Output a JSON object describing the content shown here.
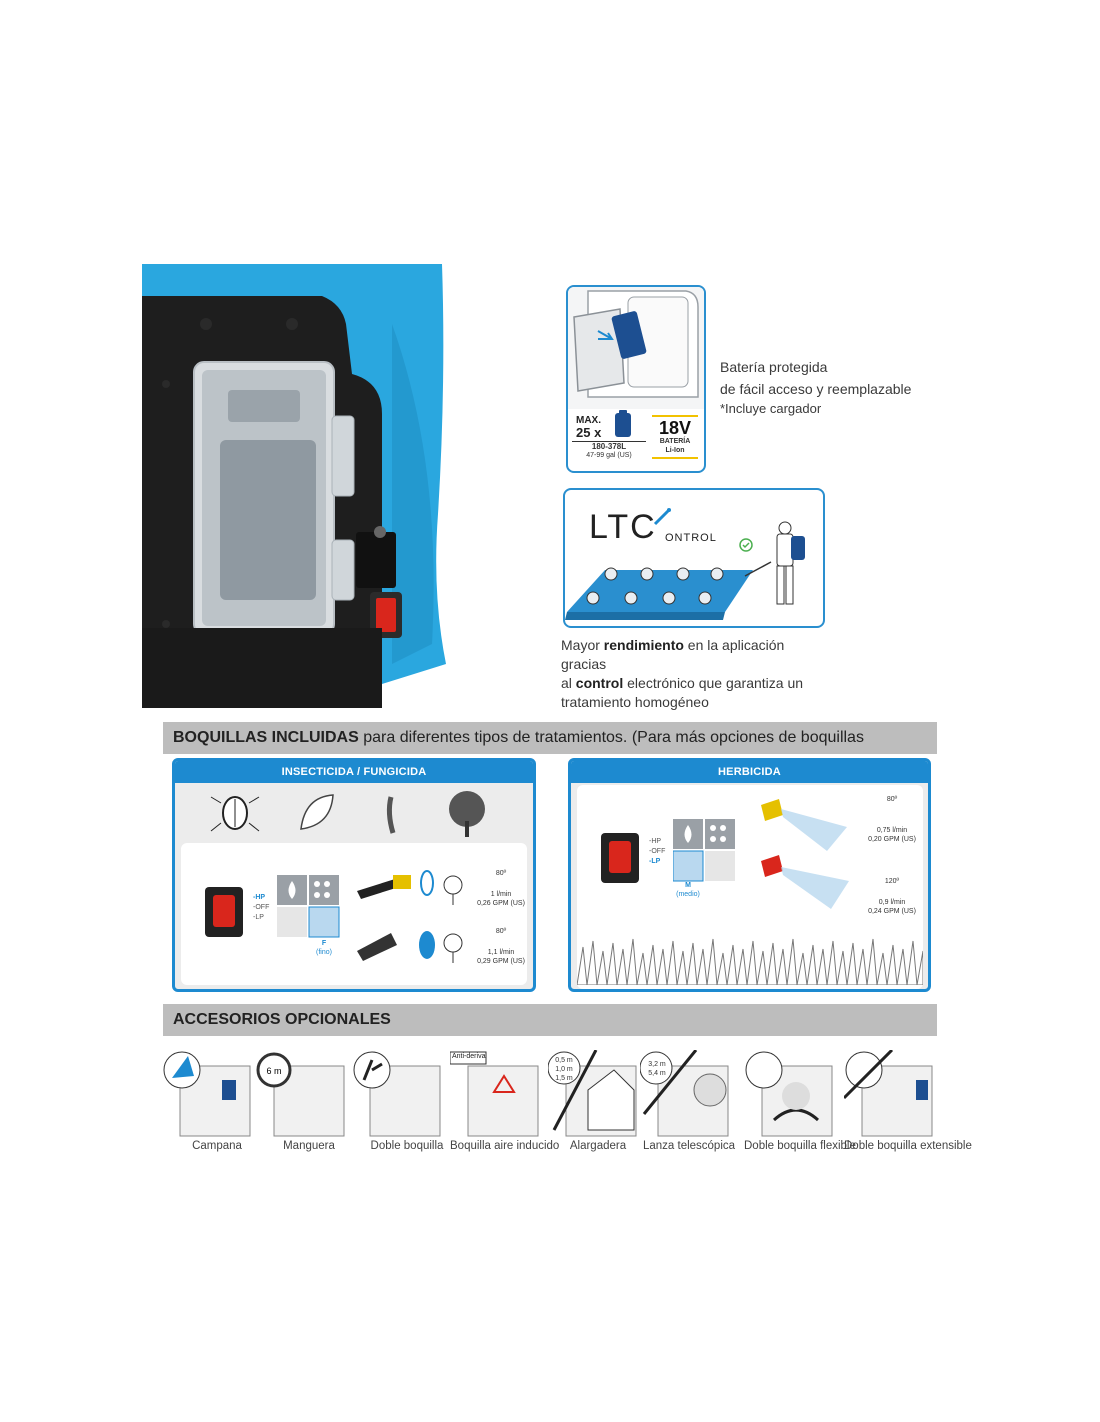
{
  "battery": {
    "max_label": "MAX.",
    "multiplier": "25 x",
    "capacity_l": "180-378L",
    "capacity_gal": "47-99 gal (US)",
    "voltage": "18V",
    "battery_type_1": "BATERÍA",
    "battery_type_2": "Li-Ion",
    "line1": "Batería protegida",
    "line2": "de fácil acceso y reemplazable",
    "note": "*Incluye cargador"
  },
  "ltc": {
    "logo_main": "LTC",
    "logo_sub": "ONTROL",
    "text_1": "Mayor ",
    "text_bold_1": "rendimiento",
    "text_2": " en la aplicación gracias",
    "text_3": "al ",
    "text_bold_2": "control",
    "text_4": " electrónico que garantiza un",
    "text_5": "tratamiento homogéneo"
  },
  "nozzles_section": {
    "title_bold": "BOQUILLAS INCLUIDAS",
    "title_rest": " para diferentes tipos de tratamientos. (Para más opciones de boquillas consultar)",
    "insecticide": {
      "header": "INSECTICIDA / FUNGICIDA",
      "switch_hp": "HP",
      "switch_off": "OFF",
      "switch_lp": "LP",
      "size_code": "F",
      "size_name": "(fino)",
      "angle": "80º",
      "flow_1a": "1 l/min",
      "flow_1b": "0,26 GPM (US)",
      "flow_2a": "1,1 l/min",
      "flow_2b": "0,29 GPM (US)"
    },
    "herbicide": {
      "header": "HERBICIDA",
      "switch_hp": "HP",
      "switch_off": "OFF",
      "switch_lp": "LP",
      "size_code": "M",
      "size_name": "(medio)",
      "angle_1": "80º",
      "flow_1a": "0,75 l/min",
      "flow_1b": "0,20 GPM (US)",
      "angle_2": "120º",
      "flow_2a": "0,9 l/min",
      "flow_2b": "0,24 GPM (US)"
    }
  },
  "accessories_section": {
    "title": "ACCESORIOS OPCIONALES",
    "hose_length": "6 m",
    "anti_drift": "Anti-deriva",
    "lengths_extension": [
      "0,5 m",
      "1,0 m",
      "1,5 m"
    ],
    "lengths_telescopic": [
      "3,2 m",
      "5,4 m"
    ],
    "items": [
      "Campana",
      "Manguera",
      "Doble boquilla",
      "Boquilla aire inducido",
      "Alargadera",
      "Lanza telescópica",
      "Doble boquilla flexible",
      "Doble boquilla extensible"
    ]
  },
  "colors": {
    "accent_blue": "#1d8ad0",
    "tank_blue": "#2aa7df",
    "switch_red": "#d9261c",
    "header_gray": "#bdbdbd"
  }
}
